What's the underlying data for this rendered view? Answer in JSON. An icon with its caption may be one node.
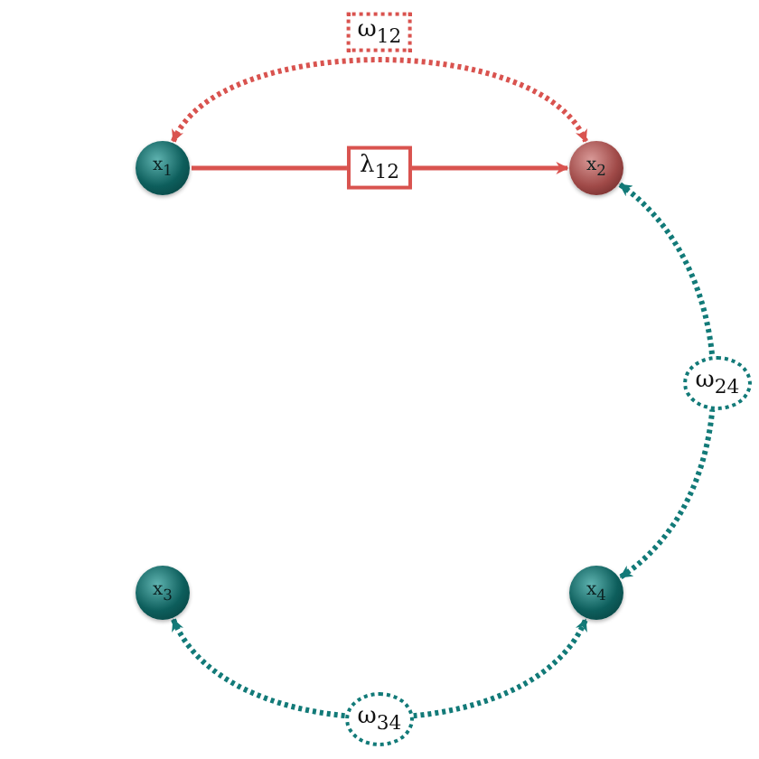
{
  "diagram": {
    "nodes": [
      {
        "text": [
          "x$_{1}$"
        ]
      },
      {
        "text": [
          "x$_{2}$"
        ]
      },
      {
        "text": [
          "x$_{3}$"
        ]
      },
      {
        "text": [
          "x$_{4}$"
        ]
      }
    ],
    "edges": [
      {
        "from": 0,
        "to": 1,
        "arrow": "to",
        "label": "λ$_{12}$",
        "color": "#d9534f"
      },
      {
        "from": 0,
        "to": 1,
        "arrow": "both",
        "label": "ω$_{12}$",
        "style": "dashed",
        "color": "#d9534f"
      },
      {
        "from": 1,
        "to": 3,
        "arrow": "both",
        "label": "ω$_{24}$",
        "style": "dashed",
        "color": "#127a78"
      },
      {
        "from": 2,
        "to": 3,
        "arrow": "both",
        "label": "ω$_{34}$",
        "style": "dashed",
        "color": "#127a78"
      }
    ]
  }
}
